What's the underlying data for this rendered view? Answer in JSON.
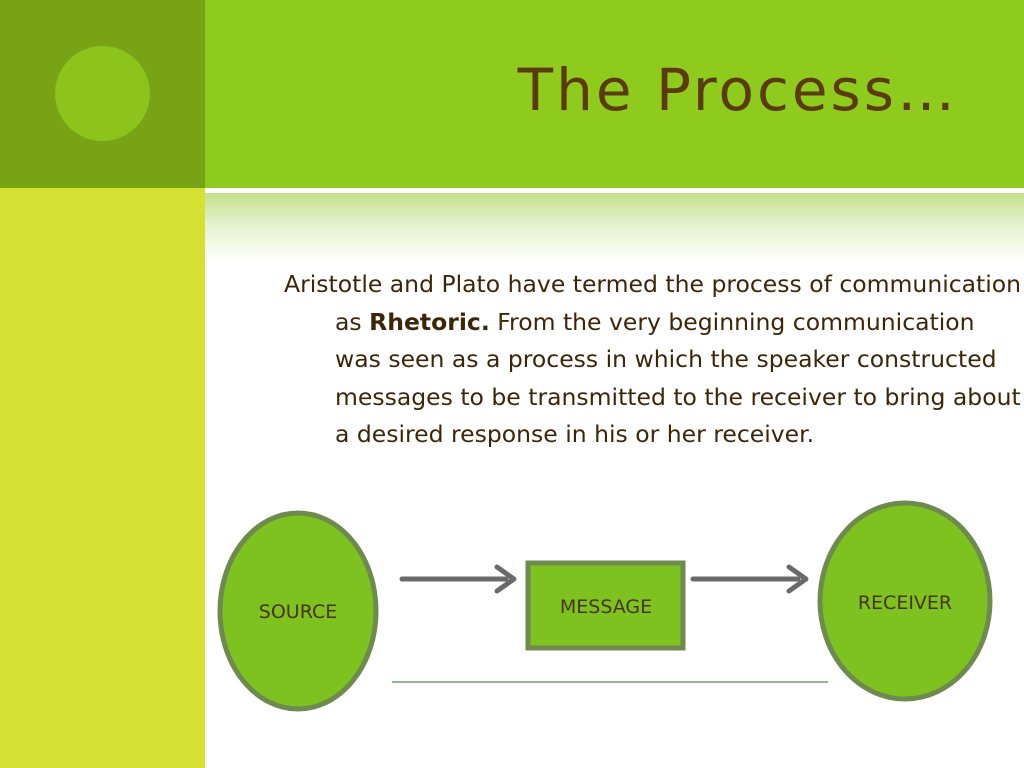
{
  "slide": {
    "title": "The Process…",
    "body": {
      "part1": "Aristotle and Plato have termed the process of communication as ",
      "emphasis": "Rhetoric.",
      "part2": " From the very beginning communication was seen as a process in which the speaker constructed messages to be transmitted to the receiver to bring about a desired response in his or her receiver."
    }
  },
  "diagram": {
    "source_label": "SOURCE",
    "message_label": "MESSAGE",
    "receiver_label": "RECEIVER"
  },
  "colors": {
    "accent_green": "#8fcb1c",
    "dark_green": "#77a314",
    "lime": "#d4e132",
    "node_fill": "#7dc21e",
    "node_stroke": "#6e8a4e",
    "arrow": "#6a6a6a",
    "title_text": "#5b3a10"
  }
}
